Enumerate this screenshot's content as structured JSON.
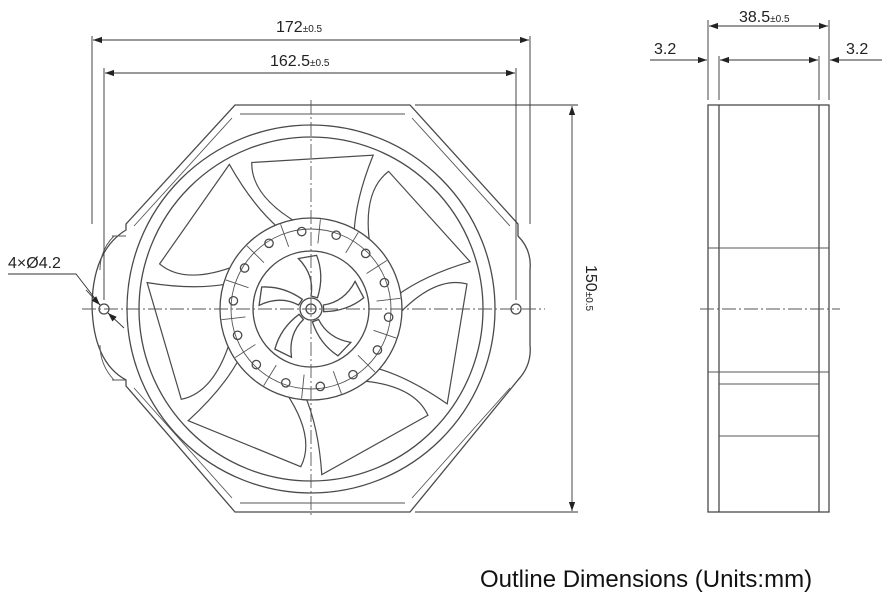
{
  "diagram": {
    "caption": "Outline Dimensions (Units:mm)",
    "dimensions": {
      "overall_width": {
        "value": "172",
        "tolerance": "±0.5"
      },
      "hole_pitch": {
        "value": "162.5",
        "tolerance": "±0.5"
      },
      "height": {
        "value": "150",
        "tolerance": "±0.5"
      },
      "depth": {
        "value": "38.5",
        "tolerance": "±0.5"
      },
      "flange_left": {
        "value": "3.2"
      },
      "flange_right": {
        "value": "3.2"
      },
      "mounting_holes": {
        "value": "4×Ø4.2"
      }
    },
    "views": [
      "front-view",
      "side-view"
    ]
  }
}
